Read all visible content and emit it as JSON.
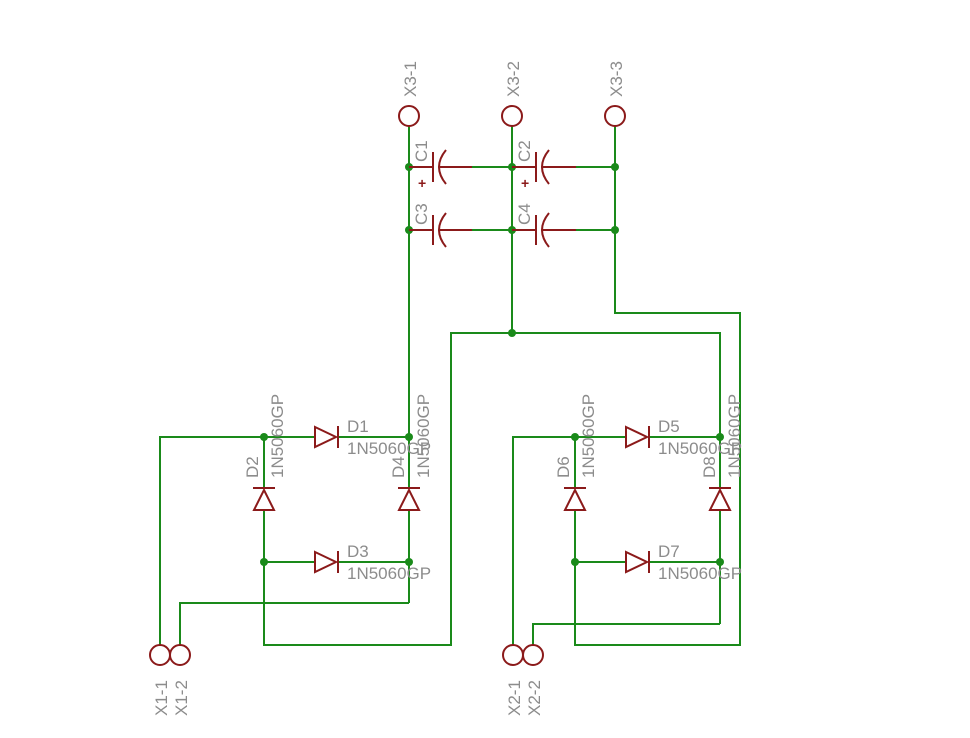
{
  "colors": {
    "wire": "#1a8a1a",
    "symbol": "#8b1a1a",
    "label": "#8c8c8c",
    "background": "#ffffff"
  },
  "connectors": {
    "x3_1": "X3-1",
    "x3_2": "X3-2",
    "x3_3": "X3-3",
    "x1_1": "X1-1",
    "x1_2": "X1-2",
    "x2_1": "X2-1",
    "x2_2": "X2-2"
  },
  "capacitors": {
    "c1": "C1",
    "c2": "C2",
    "c3": "C3",
    "c4": "C4"
  },
  "polarity_mark": "+",
  "diodes": {
    "d1": {
      "name": "D1",
      "value": "1N5060GP"
    },
    "d2": {
      "name": "D2",
      "value": "1N5060GP"
    },
    "d3": {
      "name": "D3",
      "value": "1N5060GP"
    },
    "d4": {
      "name": "D4",
      "value": "1N5060GP"
    },
    "d5": {
      "name": "D5",
      "value": "1N5060GP"
    },
    "d6": {
      "name": "D6",
      "value": "1N5060GP"
    },
    "d7": {
      "name": "D7",
      "value": "1N5060GP"
    },
    "d8": {
      "name": "D8",
      "value": "1N5060GP"
    }
  }
}
